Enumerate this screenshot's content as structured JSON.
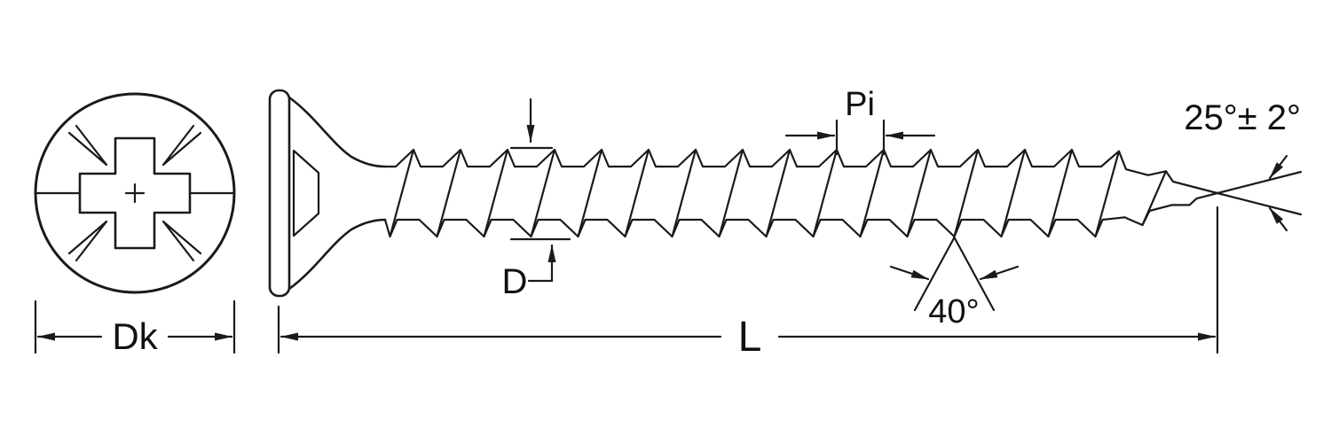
{
  "drawing": {
    "labels": {
      "head_diameter": "Dk",
      "length": "L",
      "thread_diameter": "D",
      "thread_pitch": "Pi",
      "thread_angle": "40°",
      "point_angle": "25°± 2°"
    },
    "colors": {
      "line": "#1a1a1a",
      "background": "#ffffff"
    }
  }
}
